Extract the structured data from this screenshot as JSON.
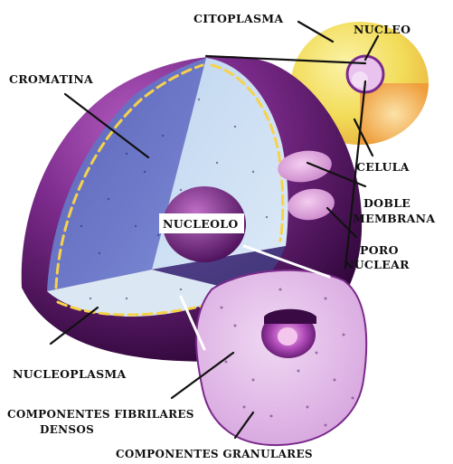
{
  "diagram": {
    "labels": {
      "citoplasma": "CITOPLASMA",
      "nucleo": "NUCLEO",
      "cromatina": "CROMATINA",
      "celula": "CELULA",
      "doble_membrana_line1": "DOBLE",
      "doble_membrana_line2": "MEMBRANA",
      "nucleolo": "NUCLEOLO",
      "poro_nuclear_line1": "PORO",
      "poro_nuclear_line2": "NUCLEAR",
      "nucleoplasma": "NUCLEOPLASMA",
      "componentes_fibrilares_line1": "COMPONENTES FIBRILARES",
      "componentes_fibrilares_line2": "DENSOS",
      "componentes_granulares": "COMPONENTES GRANULARES"
    },
    "colors": {
      "nucleus_purple": "#7a2a8a",
      "nucleus_dark": "#3a0a45",
      "interior_blue": "#6a78c8",
      "interior_light": "#c8dcf0",
      "nucleolus_pink": "#e6c6ec",
      "cell_yellow": "#f4e46a",
      "cell_orange": "#f0a23c",
      "pore_pink": "#e2aee0",
      "chromatin_yellow": "#f6d24a"
    }
  }
}
